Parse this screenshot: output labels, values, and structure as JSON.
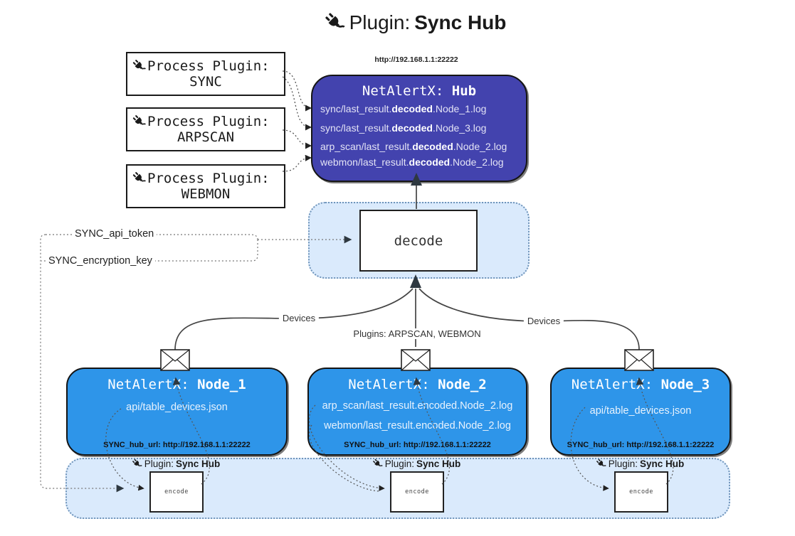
{
  "title": {
    "label": "Plugin:",
    "name": "Sync Hub"
  },
  "hub": {
    "url": "http://192.168.1.1:22222",
    "title_label": "NetAlertX:",
    "title_name": "Hub",
    "files": [
      {
        "pre": "sync/last_result.",
        "bold": "decoded",
        "post": ".Node_1.log"
      },
      {
        "pre": "sync/last_result.",
        "bold": "decoded",
        "post": ".Node_3.log"
      },
      {
        "pre": "arp_scan/last_result.",
        "bold": "decoded",
        "post": ".Node_2.log"
      },
      {
        "pre": "webmon/last_result.",
        "bold": "decoded",
        "post": ".Node_2.log"
      }
    ]
  },
  "process_plugins": [
    {
      "label": "Process Plugin:",
      "name": "SYNC"
    },
    {
      "label": "Process Plugin:",
      "name": "ARPSCAN"
    },
    {
      "label": "Process Plugin:",
      "name": "WEBMON"
    }
  ],
  "decode": {
    "label": "decode"
  },
  "encode": {
    "label": "encode"
  },
  "settings": {
    "api_token": "SYNC_api_token",
    "encryption_key": "SYNC_encryption_key"
  },
  "edges": {
    "devices_left": "Devices",
    "devices_right": "Devices",
    "plugins": "Plugins: ARPSCAN, WEBMON"
  },
  "sync_plugin_label": {
    "label": "Plugin:",
    "name": "Sync Hub"
  },
  "nodes": [
    {
      "title_label": "NetAlertX:",
      "title_name": "Node_1",
      "files": [
        "api/table_devices.json"
      ],
      "hub_url": "SYNC_hub_url: http://192.168.1.1:22222"
    },
    {
      "title_label": "NetAlertX:",
      "title_name": "Node_2",
      "files": [
        "arp_scan/last_result.encoded.Node_2.log",
        "webmon/last_result.encoded.Node_2.log"
      ],
      "hub_url": "SYNC_hub_url: http://192.168.1.1:22222"
    },
    {
      "title_label": "NetAlertX:",
      "title_name": "Node_3",
      "files": [
        "api/table_devices.json"
      ],
      "hub_url": "SYNC_hub_url: http://192.168.1.1:22222"
    }
  ],
  "colors": {
    "hub_fill": "#4343ae",
    "node_fill": "#2e95e9",
    "panel_fill": "#daeafc",
    "panel_border": "#6f94ba",
    "line": "#444444",
    "arrow": "#222222"
  }
}
